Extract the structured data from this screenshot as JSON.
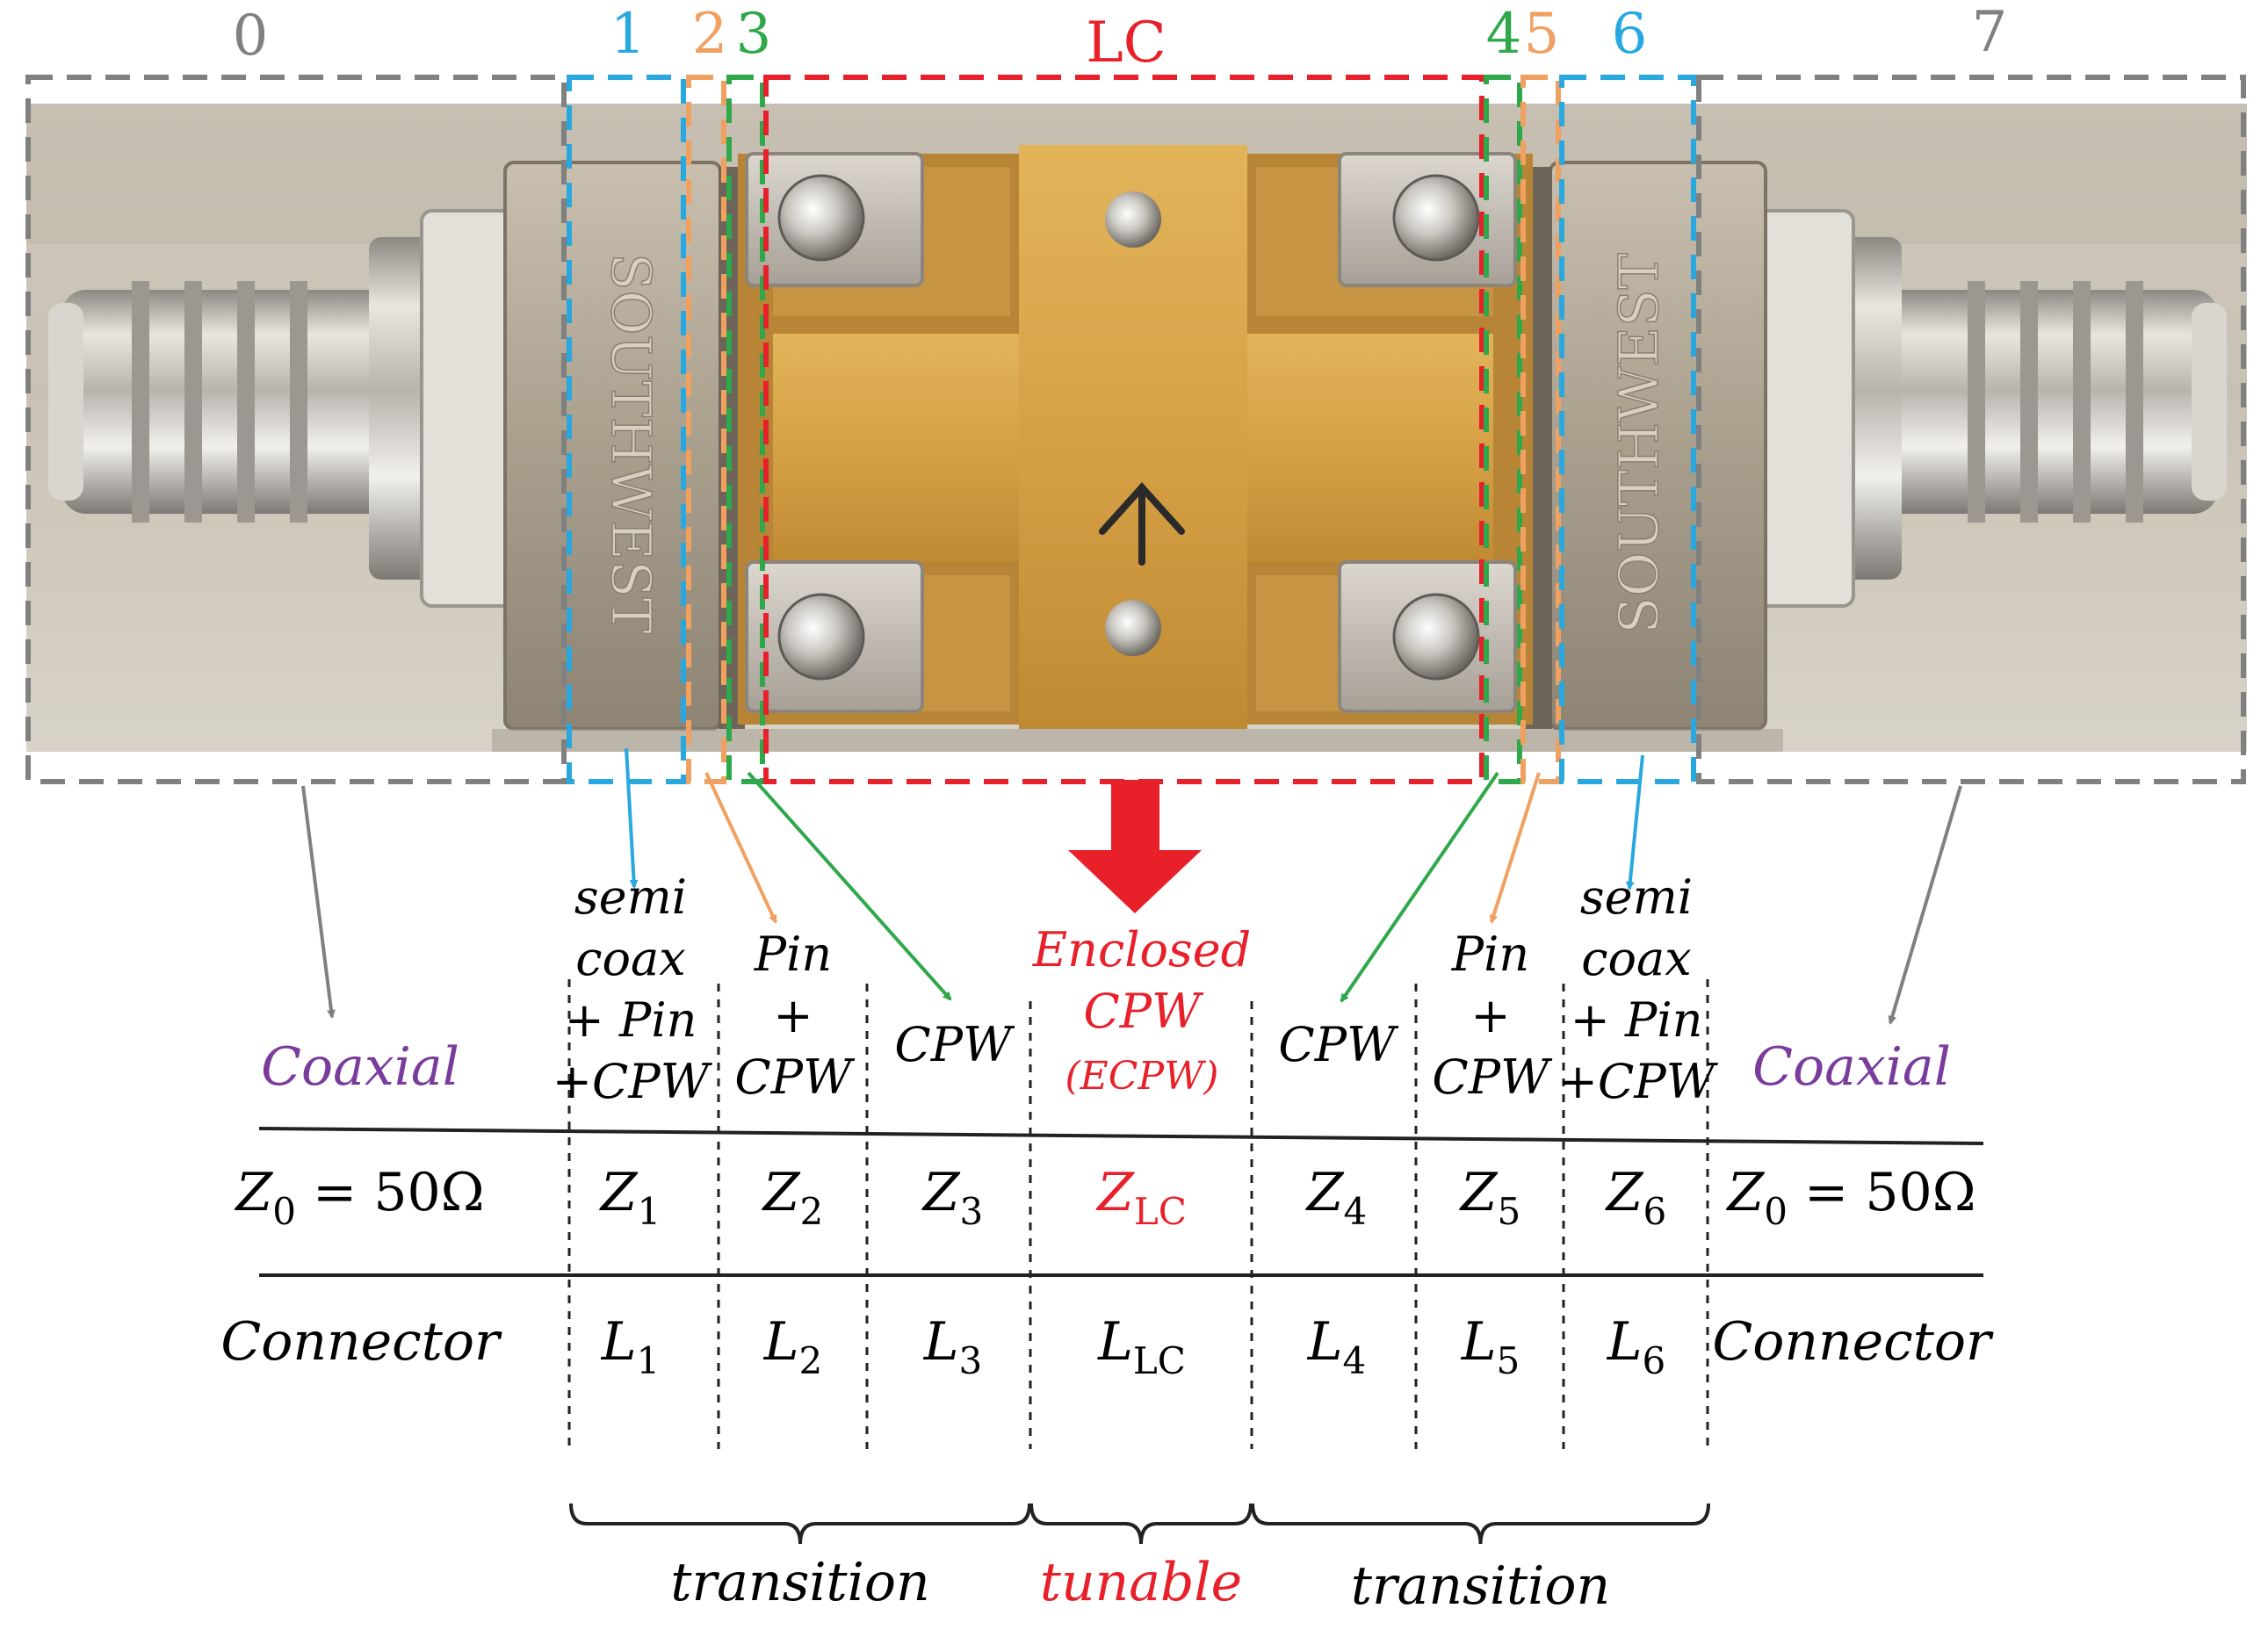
{
  "section_labels": [
    {
      "id": "0",
      "color": "#808080"
    },
    {
      "id": "1",
      "color": "#29a8e0"
    },
    {
      "id": "2",
      "color": "#f0a060"
    },
    {
      "id": "3",
      "color": "#2ea84a"
    },
    {
      "id": "LC",
      "color": "#e8202a"
    },
    {
      "id": "4",
      "color": "#2ea84a"
    },
    {
      "id": "5",
      "color": "#f0a060"
    },
    {
      "id": "6",
      "color": "#29a8e0"
    },
    {
      "id": "7",
      "color": "#808080"
    }
  ],
  "photo": {
    "alt": "Coaxial test fixture with SMA connectors, 50 Ohm brass connector bodies and a gold enclosed CPW liquid-crystal cell",
    "connector_engraving": "SOUTHWEST"
  },
  "table": {
    "type_row": [
      {
        "text": "Coaxial",
        "color": "#7a3c9c"
      },
      {
        "lines": [
          "semi",
          "coax",
          "+ Pin",
          "+CPW"
        ],
        "color": "#000000"
      },
      {
        "lines": [
          "Pin",
          "+",
          "CPW"
        ],
        "color": "#000000"
      },
      {
        "text": "CPW",
        "color": "#000000"
      },
      {
        "lines": [
          "Enclosed",
          "CPW",
          "(ECPW)"
        ],
        "color": "#e8202a"
      },
      {
        "text": "CPW",
        "color": "#000000"
      },
      {
        "lines": [
          "Pin",
          "+",
          "CPW"
        ],
        "color": "#000000"
      },
      {
        "lines": [
          "semi",
          "coax",
          "+ Pin",
          "+CPW"
        ],
        "color": "#000000"
      },
      {
        "text": "Coaxial",
        "color": "#7a3c9c"
      }
    ],
    "impedance_row": [
      {
        "sym": "Z",
        "sub": "0",
        "suffix": " = 50Ω",
        "color": "#000000"
      },
      {
        "sym": "Z",
        "sub": "1",
        "color": "#000000"
      },
      {
        "sym": "Z",
        "sub": "2",
        "color": "#000000"
      },
      {
        "sym": "Z",
        "sub": "3",
        "color": "#000000"
      },
      {
        "sym": "Z",
        "sub": "LC",
        "color": "#e8202a"
      },
      {
        "sym": "Z",
        "sub": "4",
        "color": "#000000"
      },
      {
        "sym": "Z",
        "sub": "5",
        "color": "#000000"
      },
      {
        "sym": "Z",
        "sub": "6",
        "color": "#000000"
      },
      {
        "sym": "Z",
        "sub": "0",
        "suffix": " = 50Ω",
        "color": "#000000"
      }
    ],
    "length_row": [
      {
        "text": "Connector"
      },
      {
        "sym": "L",
        "sub": "1"
      },
      {
        "sym": "L",
        "sub": "2"
      },
      {
        "sym": "L",
        "sub": "3"
      },
      {
        "sym": "L",
        "sub": "LC"
      },
      {
        "sym": "L",
        "sub": "4"
      },
      {
        "sym": "L",
        "sub": "5"
      },
      {
        "sym": "L",
        "sub": "6"
      },
      {
        "text": "Connector"
      }
    ]
  },
  "groups": [
    {
      "label": "transition",
      "color": "#000000"
    },
    {
      "label": "tunable",
      "color": "#e8202a"
    },
    {
      "label": "transition",
      "color": "#000000"
    }
  ]
}
